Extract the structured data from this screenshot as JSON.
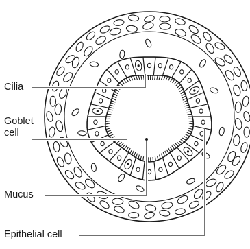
{
  "labels": {
    "cilia": "Cilia",
    "goblet": "Goblet cell",
    "mucus": "Mucus",
    "epithelial": "Epithelial cell"
  },
  "colors": {
    "ink": "#1a1a1a",
    "background": "#ffffff"
  }
}
